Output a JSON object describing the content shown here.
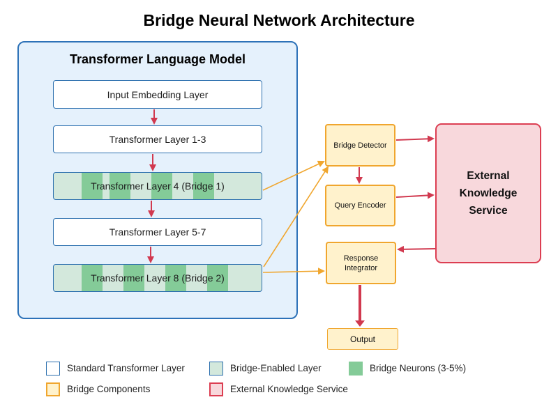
{
  "title": "Bridge Neural Network Architecture",
  "model": {
    "title": "Transformer Language Model",
    "layers": [
      {
        "label": "Input Embedding Layer",
        "kind": "standard"
      },
      {
        "label": "Transformer Layer 1-3",
        "kind": "standard"
      },
      {
        "label": "Transformer Layer 4 (Bridge 1)",
        "kind": "bridge"
      },
      {
        "label": "Transformer Layer 5-7",
        "kind": "standard"
      },
      {
        "label": "Transformer Layer 8 (Bridge 2)",
        "kind": "bridge"
      }
    ]
  },
  "components": {
    "bridge_detector": "Bridge Detector",
    "query_encoder": "Query Encoder",
    "response_integrator": "Response Integrator",
    "output": "Output"
  },
  "external": {
    "label": "External Knowledge Service"
  },
  "legend": [
    {
      "label": "Standard Transformer Layer",
      "swatch": "standard"
    },
    {
      "label": "Bridge-Enabled Layer",
      "swatch": "bridge"
    },
    {
      "label": "Bridge Neurons (3-5%)",
      "swatch": "neuron"
    },
    {
      "label": "Bridge Components",
      "swatch": "component"
    },
    {
      "label": "External Knowledge Service",
      "swatch": "external"
    }
  ],
  "colors": {
    "model_border": "#2d72b8",
    "model_fill": "#e5f1fc",
    "bridge_layer_fill": "#d3e8dc",
    "bridge_neuron_fill": "#84cb98",
    "component_fill": "#fff2cc",
    "component_border": "#f0a62e",
    "external_fill": "#f8d8dc",
    "external_border": "#dc3e52",
    "flow_arrow": "#d1394f",
    "bridge_arrow": "#f0a62e"
  }
}
